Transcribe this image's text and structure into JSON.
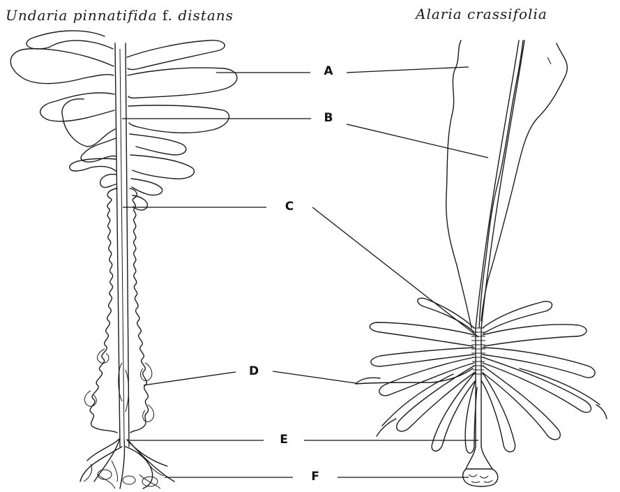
{
  "titles": {
    "left_genus_species": "Undaria pinnatifida",
    "left_form_abbrev": "f.",
    "left_form_name": "distans",
    "right": "Alaria crassifolia"
  },
  "labels": {
    "a": "A",
    "b": "B",
    "c": "C",
    "d": "D",
    "e": "E",
    "f": "F"
  },
  "colors": {
    "ink": "#1a1a1a",
    "background": "#ffffff"
  }
}
